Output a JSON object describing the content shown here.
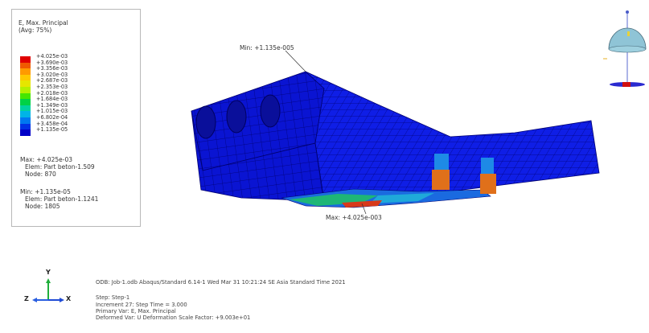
{
  "legend": {
    "title": "E, Max. Principal",
    "subtitle": "(Avg: 75%)",
    "ticks": [
      "+4.025e-03",
      "+3.690e-03",
      "+3.356e-03",
      "+3.020e-03",
      "+2.687e-03",
      "+2.353e-03",
      "+2.018e-03",
      "+1.684e-03",
      "+1.349e-03",
      "+1.015e-03",
      "+6.802e-04",
      "+3.458e-04",
      "+1.135e-05"
    ],
    "colors": [
      "#e00000",
      "#f05a00",
      "#ff9a00",
      "#ffc800",
      "#e6e600",
      "#b4f000",
      "#46e600",
      "#00d246",
      "#00d2a0",
      "#00b4e6",
      "#0078f0",
      "#0032e6",
      "#0000c8"
    ],
    "max_label": "Max: +4.025e-03",
    "max_elem": "Elem: Part beton-1.509",
    "max_node": "Node: 870",
    "min_label": "Min: +1.135e-05",
    "min_elem": "Elem: Part beton-1.1241",
    "min_node": "Node: 1805"
  },
  "annotations": {
    "min": "Min: +1.135e-005",
    "max": "Max: +4.025e-003"
  },
  "triad": {
    "y": "Y",
    "z": "Z",
    "x": "X"
  },
  "status": {
    "line1": "ODB: Job-1.odb    Abaqus/Standard 6.14-1    Wed Mar 31 10:21:24 SE Asia Standard Time 2021",
    "line2": "Step: Step-1",
    "line3": "Increment     27: Step Time =     3.000",
    "line4": "Primary Var: E, Max. Principal",
    "line5": "Deformed Var: U   Deformation Scale Factor: +9.003e+01"
  },
  "colors": {
    "mesh_blue": "#0a14d2",
    "mesh_line": "#000066",
    "hot_orange": "#e0701a"
  }
}
